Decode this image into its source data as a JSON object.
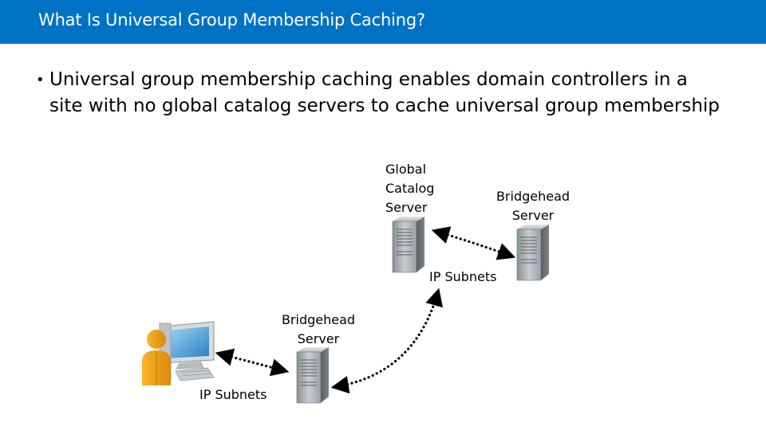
{
  "header": {
    "title": "What Is Universal Group Membership Caching?",
    "background_color": "#0072c6"
  },
  "content": {
    "bullet": "Universal group membership caching enables domain controllers in a site with no global catalog servers to cache universal group membership"
  },
  "diagram": {
    "labels": {
      "global_catalog_server": "Global\nCatalog\nServer",
      "bridgehead_server_top": "Bridgehead\nServer",
      "ip_subnets_top": "IP Subnets",
      "bridgehead_server_bottom": "Bridgehead\nServer",
      "ip_subnets_bottom": "IP Subnets"
    },
    "icons": [
      "server-icon",
      "server-icon",
      "server-icon",
      "user-workstation-icon"
    ]
  }
}
